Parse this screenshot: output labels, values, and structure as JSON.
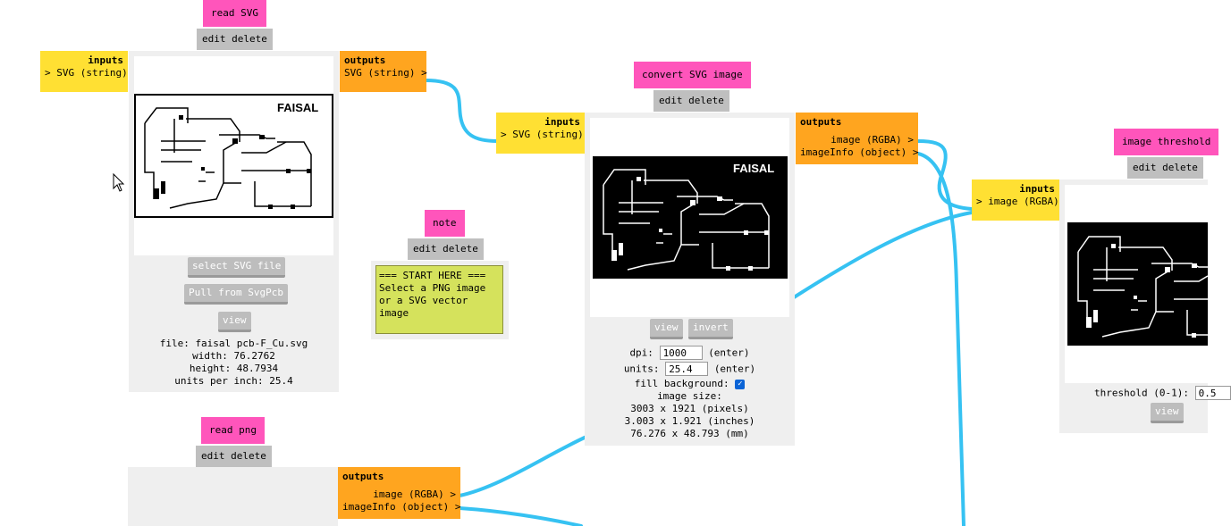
{
  "cursor_icon": "mouse-pointer-icon",
  "wire_color": "#36c2f2",
  "nodes": {
    "read_svg": {
      "title": "read SVG",
      "edit": "edit",
      "delete": "delete",
      "inputs_header": "inputs",
      "input_port": "> SVG (string)",
      "outputs_header": "outputs",
      "output_port": "SVG (string) >",
      "pcb_label": "FAISAL",
      "buttons": {
        "select": "select SVG file",
        "pull": "Pull from SvgPcb",
        "view": "view"
      },
      "info": {
        "file": "file: faisal pcb-F_Cu.svg",
        "width": "width: 76.2762",
        "height": "height: 48.7934",
        "upi": "units per inch: 25.4"
      }
    },
    "note": {
      "title": "note",
      "edit": "edit",
      "delete": "delete",
      "text": "=== START HERE ===\nSelect a PNG image\nor a SVG vector\nimage"
    },
    "read_png": {
      "title": "read png",
      "edit": "edit",
      "delete": "delete",
      "outputs_header": "outputs",
      "ports": [
        "image (RGBA) >",
        "imageInfo (object) >"
      ]
    },
    "convert_svg": {
      "title": "convert SVG image",
      "edit": "edit",
      "delete": "delete",
      "inputs_header": "inputs",
      "input_port": "> SVG (string)",
      "outputs_header": "outputs",
      "ports": [
        "image (RGBA) >",
        "imageInfo (object) >"
      ],
      "pcb_label": "FAISAL",
      "buttons": {
        "view": "view",
        "invert": "invert"
      },
      "dpi_label": "dpi:",
      "dpi_value": "1000",
      "units_label": "units:",
      "units_value": "25.4",
      "enter": "(enter)",
      "fill_label": "fill background:",
      "fill_checked": true,
      "size_header": "image size:",
      "size_px": "3003 x 1921 (pixels)",
      "size_in": "3.003 x 1.921 (inches)",
      "size_mm": "76.276 x 48.793 (mm)"
    },
    "image_threshold": {
      "title": "image threshold",
      "edit": "edit",
      "delete": "delete",
      "inputs_header": "inputs",
      "input_port": "> image (RGBA)",
      "threshold_label": "threshold (0-1):",
      "threshold_value": "0.5",
      "view": "view"
    }
  }
}
